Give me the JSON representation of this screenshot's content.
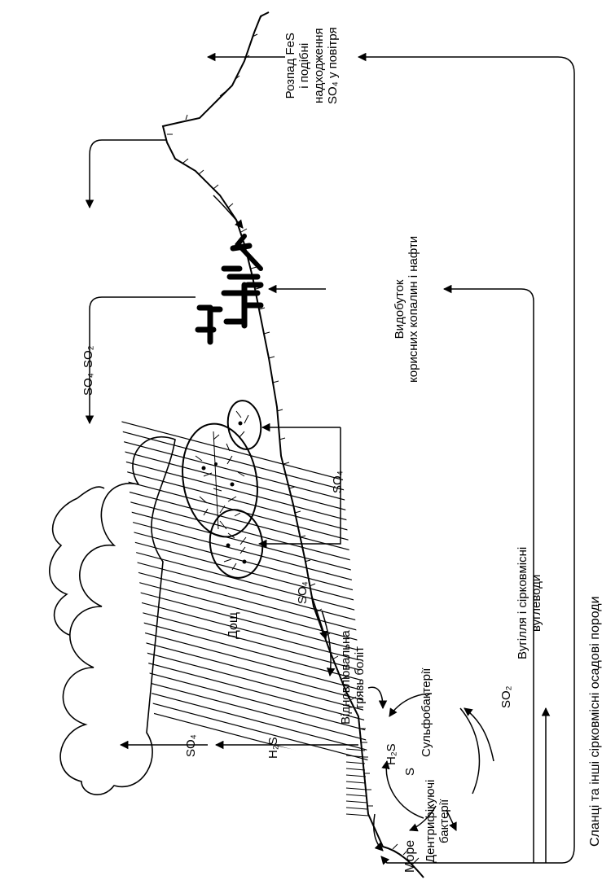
{
  "labels": {
    "sea": "Море",
    "denitrifying_line1": "Дентрифікуючі",
    "denitrifying_line2": "бактерії",
    "sulfur": "S",
    "h2s_cycle": "H₂S",
    "sulfobacteria": "Сульфобактерії",
    "so2_cycle": "SO₂",
    "h2s_up": "H₂S",
    "so4_up": "SO₄",
    "swamp_line1": "Відновлювальна",
    "swamp_line2": "грязь боліт",
    "rain": "Дощ",
    "so4_slope": "SO₄",
    "so4_rocks": "SO₄",
    "so4_cloud": "SO₄",
    "so2_air": "SO₂",
    "mining_line1": "Видобуток",
    "mining_line2": "корисних копалин і нафти",
    "decay_line1": "Розпад FeS",
    "decay_line2": "і подібні",
    "decay_line3": "надходження",
    "decay_line4": "SO₄ у повітря",
    "coal_line1": "Вугілля і сірковмісні",
    "coal_line2": "вуглеводи",
    "shale": "Сланці та інші сірковмісні  осадові породи"
  }
}
